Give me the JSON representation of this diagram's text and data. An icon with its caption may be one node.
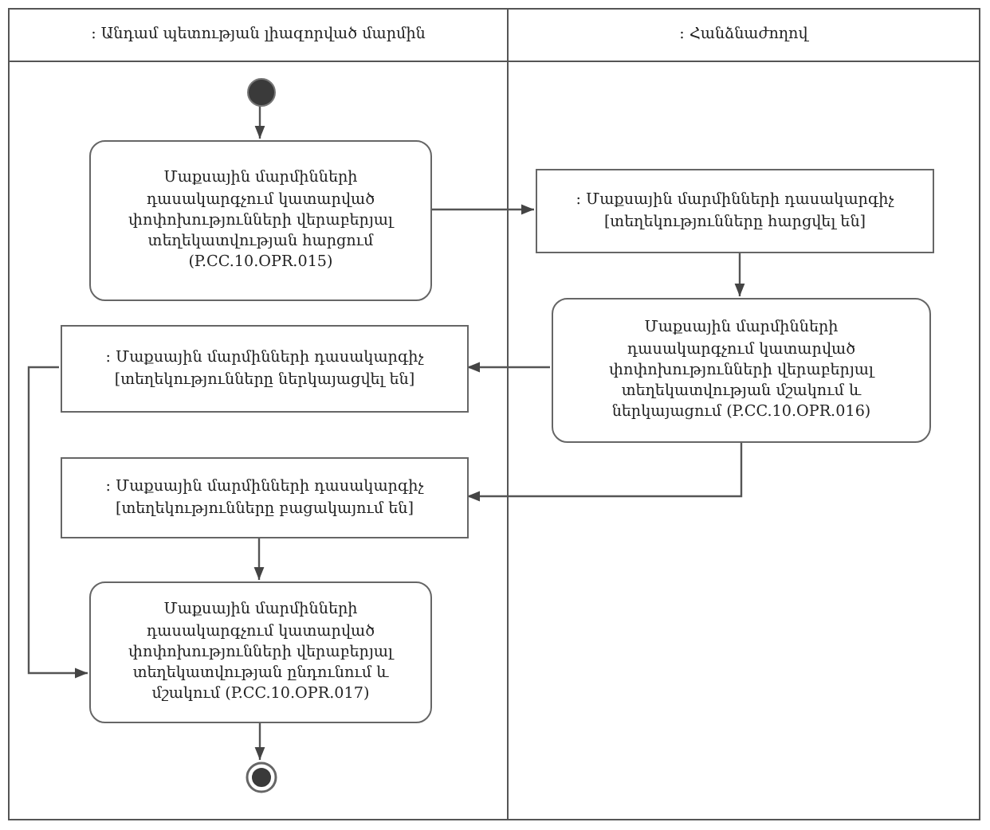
{
  "diagram": {
    "nodes": [
      {
        "text": [
          ": Անդամ պետության լիազորված մարմին"
        ]
      },
      {
        "text": [
          ": Հանձնաժողով"
        ]
      },
      {
        "text": [],
        "shape": "circle",
        "in": 0
      },
      {
        "text": [
          "Մաքսային մարմինների դասակարգչում կատարված փոփոխությունների վերաբերյալ տեղեկատվության հարցում (P.CC.10.OPR.015)"
        ],
        "in": 0
      },
      {
        "text": [
          ": Մաքսային մարմինների դասակարգիչ [տեղեկությունները հարցվել են]"
        ],
        "in": 1
      },
      {
        "text": [
          "Մաքսային մարմինների դասակարգչում կատարված փոփոխությունների վերաբերյալ տեղեկատվության մշակում և ներկայացում (P.CC.10.OPR.016)"
        ],
        "in": 1
      },
      {
        "text": [
          ": Մաքսային մարմինների դասակարգիչ [տեղեկությունները ներկայացվել են]"
        ],
        "in": 0
      },
      {
        "text": [
          ": Մաքսային մարմինների դասակարգիչ [տեղեկությունները բացակայում են]"
        ],
        "in": 0
      },
      {
        "text": [
          "Մաքսային մարմինների դասակարգչում կատարված փոփոխությունների վերաբերյալ տեղեկատվության ընդունում և մշակում (P.CC.10.OPR.017)"
        ],
        "in": 0
      },
      {
        "text": [],
        "shape": "bullseye",
        "in": 0
      }
    ],
    "edges": [
      {
        "from": 2,
        "to": 3,
        "arrow": "to"
      },
      {
        "from": 3,
        "to": 4,
        "arrow": "to"
      },
      {
        "from": 4,
        "to": 5,
        "arrow": "to"
      },
      {
        "from": 5,
        "to": 6,
        "arrow": "to"
      },
      {
        "from": 5,
        "to": 7,
        "arrow": "to"
      },
      {
        "from": 6,
        "to": 8,
        "arrow": "to"
      },
      {
        "from": 7,
        "to": 8,
        "arrow": "to"
      },
      {
        "from": 8,
        "to": 9,
        "arrow": "to"
      }
    ]
  }
}
